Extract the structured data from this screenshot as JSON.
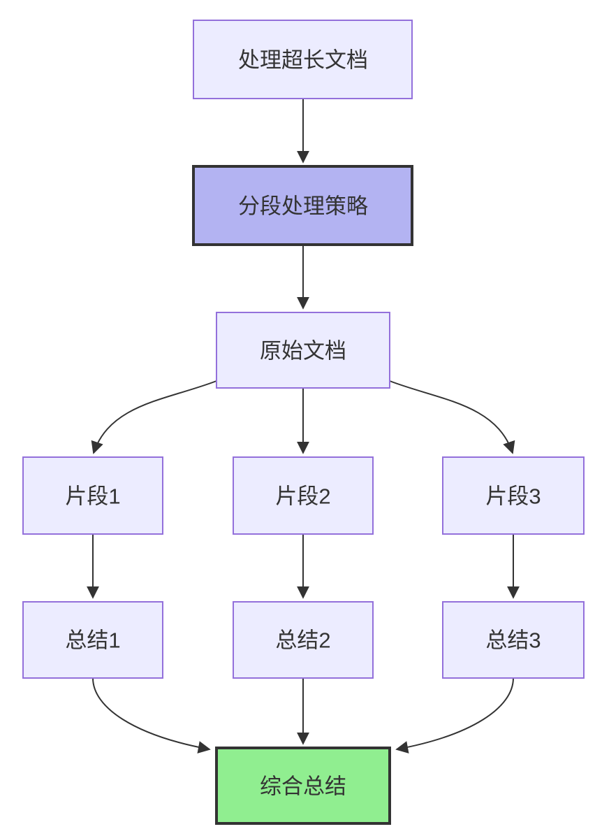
{
  "diagram": {
    "type": "flowchart",
    "direction": "top-down",
    "nodes": [
      {
        "label": "处理超长文档",
        "style": "default"
      },
      {
        "label": "分段处理策略",
        "style": "emphasis"
      },
      {
        "label": "原始文档",
        "style": "default"
      },
      {
        "label": "片段1",
        "style": "default"
      },
      {
        "label": "片段2",
        "style": "default"
      },
      {
        "label": "片段3",
        "style": "default"
      },
      {
        "label": "总结1",
        "style": "default"
      },
      {
        "label": "总结2",
        "style": "default"
      },
      {
        "label": "总结3",
        "style": "default"
      },
      {
        "label": "综合总结",
        "style": "success"
      }
    ],
    "edges": [
      {
        "from": "处理超长文档",
        "to": "分段处理策略"
      },
      {
        "from": "分段处理策略",
        "to": "原始文档"
      },
      {
        "from": "原始文档",
        "to": "片段1"
      },
      {
        "from": "原始文档",
        "to": "片段2"
      },
      {
        "from": "原始文档",
        "to": "片段3"
      },
      {
        "from": "片段1",
        "to": "总结1"
      },
      {
        "from": "片段2",
        "to": "总结2"
      },
      {
        "from": "片段3",
        "to": "总结3"
      },
      {
        "from": "总结1",
        "to": "综合总结"
      },
      {
        "from": "总结2",
        "to": "综合总结"
      },
      {
        "from": "总结3",
        "to": "综合总结"
      }
    ]
  },
  "colors": {
    "node_fill": "#ECECFF",
    "node_border": "#9370DB",
    "emphasis_fill": "#B3B3F2",
    "dark_border": "#333333",
    "success_fill": "#90EE90",
    "edge": "#333333",
    "text": "#333333",
    "background": "#FFFFFF"
  }
}
